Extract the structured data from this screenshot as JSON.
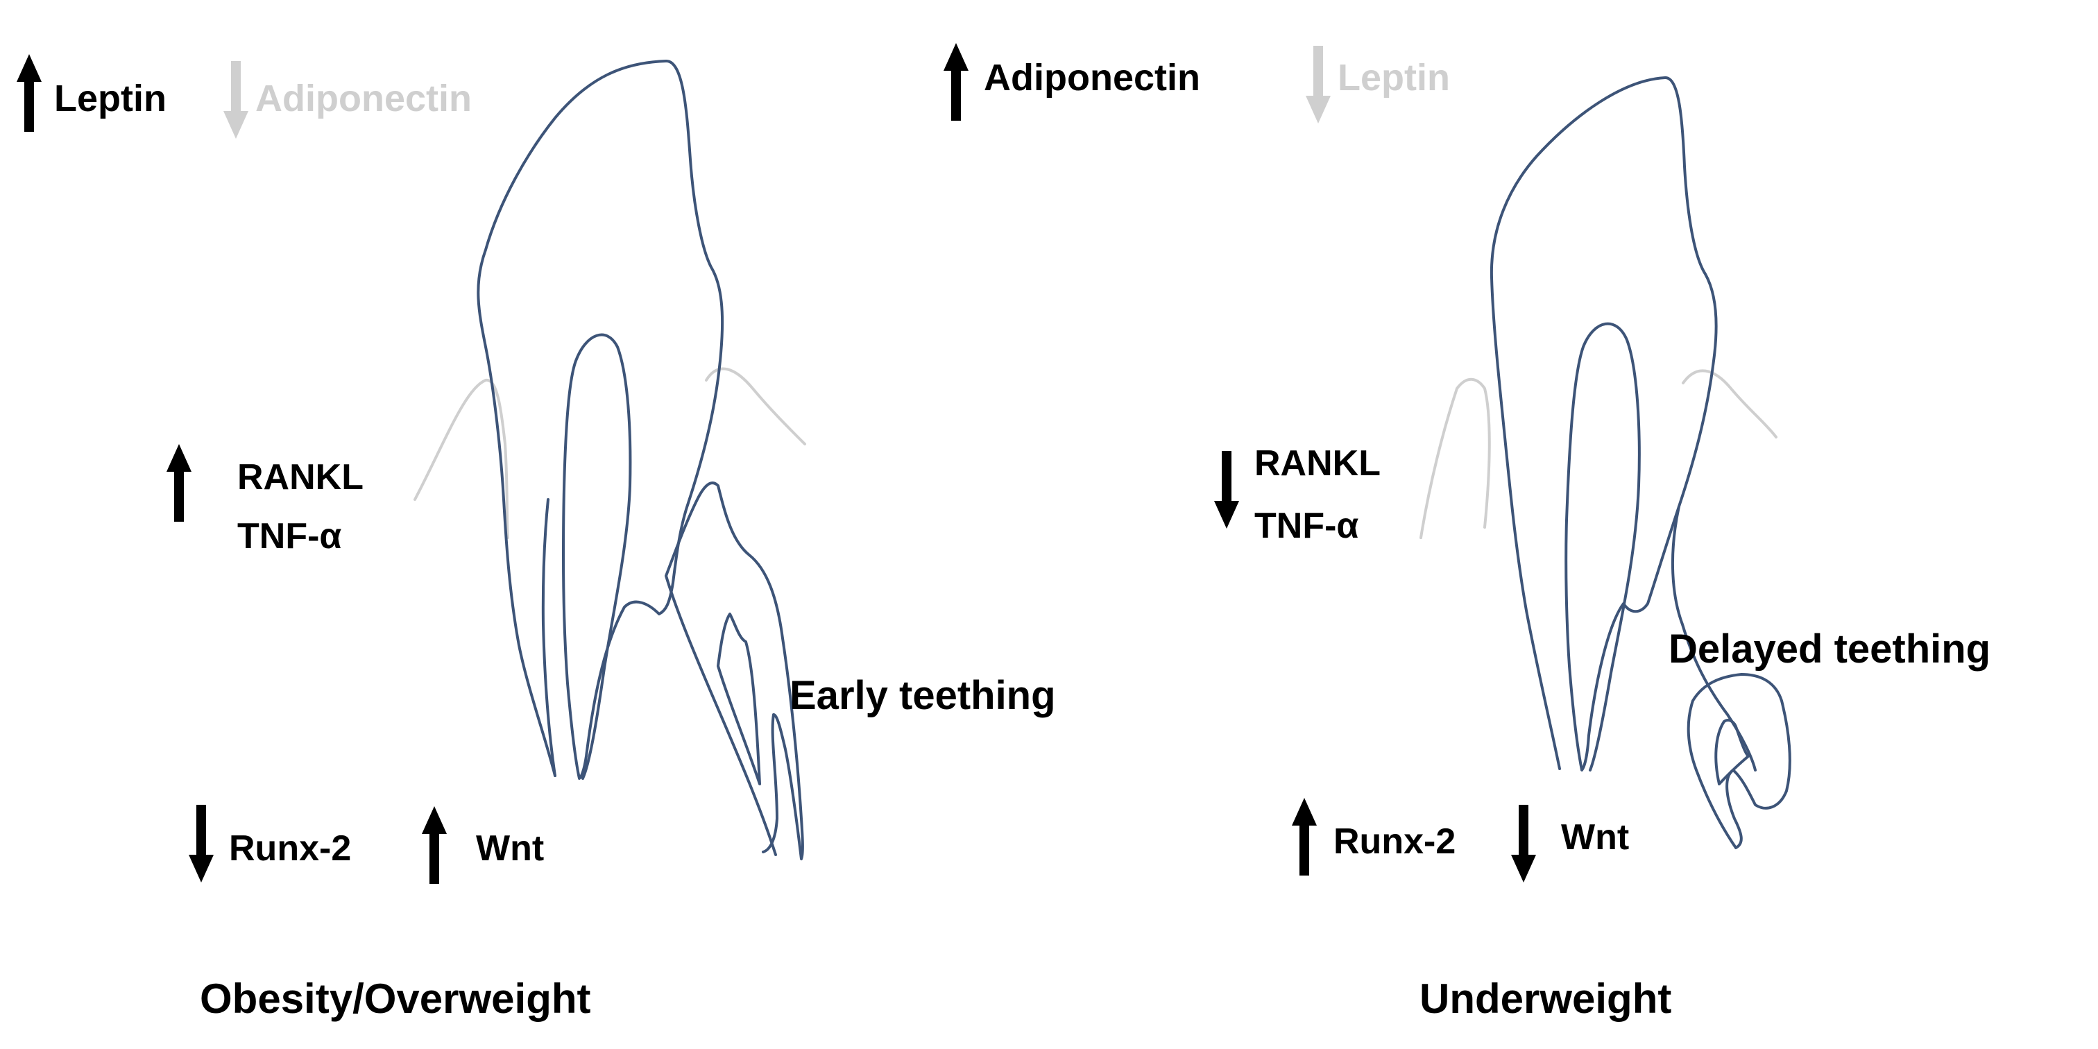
{
  "colors": {
    "ink": "#000000",
    "muted": "#cfcfcf",
    "tooth_outline": "#3d5478",
    "gum_line": "#cfcfcf",
    "background": "#ffffff"
  },
  "icons": {
    "up": "arrow-up-icon",
    "down": "arrow-down-icon"
  },
  "panels": {
    "left": {
      "title": "Obesity/Overweight",
      "adipokine_up": "Leptin",
      "adipokine_down": "Adiponectin",
      "cytokine_1": "RANKL",
      "cytokine_2": "TNF-α",
      "cytokine_trend": "up",
      "factor_1": "Runx-2",
      "factor_1_trend": "down",
      "factor_2": "Wnt",
      "factor_2_trend": "up",
      "outcome": "Early teething"
    },
    "right": {
      "title": "Underweight",
      "adipokine_up": "Adiponectin",
      "adipokine_down": "Leptin",
      "cytokine_1": "RANKL",
      "cytokine_2": "TNF-α",
      "cytokine_trend": "down",
      "factor_1": "Runx-2",
      "factor_1_trend": "up",
      "factor_2": "Wnt",
      "factor_2_trend": "down",
      "outcome": "Delayed teething"
    }
  }
}
